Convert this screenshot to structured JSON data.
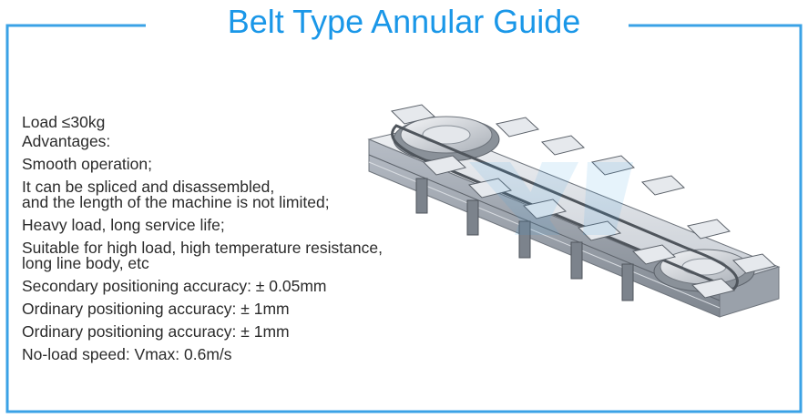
{
  "title": "Belt Type Annular Guide",
  "specs": [
    [
      "Load ≤30kg"
    ],
    [
      " Advantages:"
    ],
    [
      "Smooth operation;"
    ],
    [
      "It can be spliced and disassembled,",
      "and the length of the machine is not limited;"
    ],
    [
      "Heavy load, long service life;"
    ],
    [
      "Suitable for high load, high temperature resistance,",
      "long line body, etc"
    ],
    [
      "Secondary positioning accuracy: ± 0.05mm"
    ],
    [
      "Ordinary positioning accuracy: ± 1mm"
    ],
    [
      "Ordinary positioning accuracy: ± 1mm"
    ],
    [
      "No-load speed: Vmax: 0.6m/s"
    ]
  ],
  "colors": {
    "accent": "#1a97e8",
    "frame": "#3aa2e6",
    "text": "#2b2b2b",
    "machine_light": "#dfe3e8",
    "machine_dark": "#6e747c"
  },
  "icons": {
    "product": "belt-annular-guide-illustration",
    "watermark": "brand-watermark"
  }
}
